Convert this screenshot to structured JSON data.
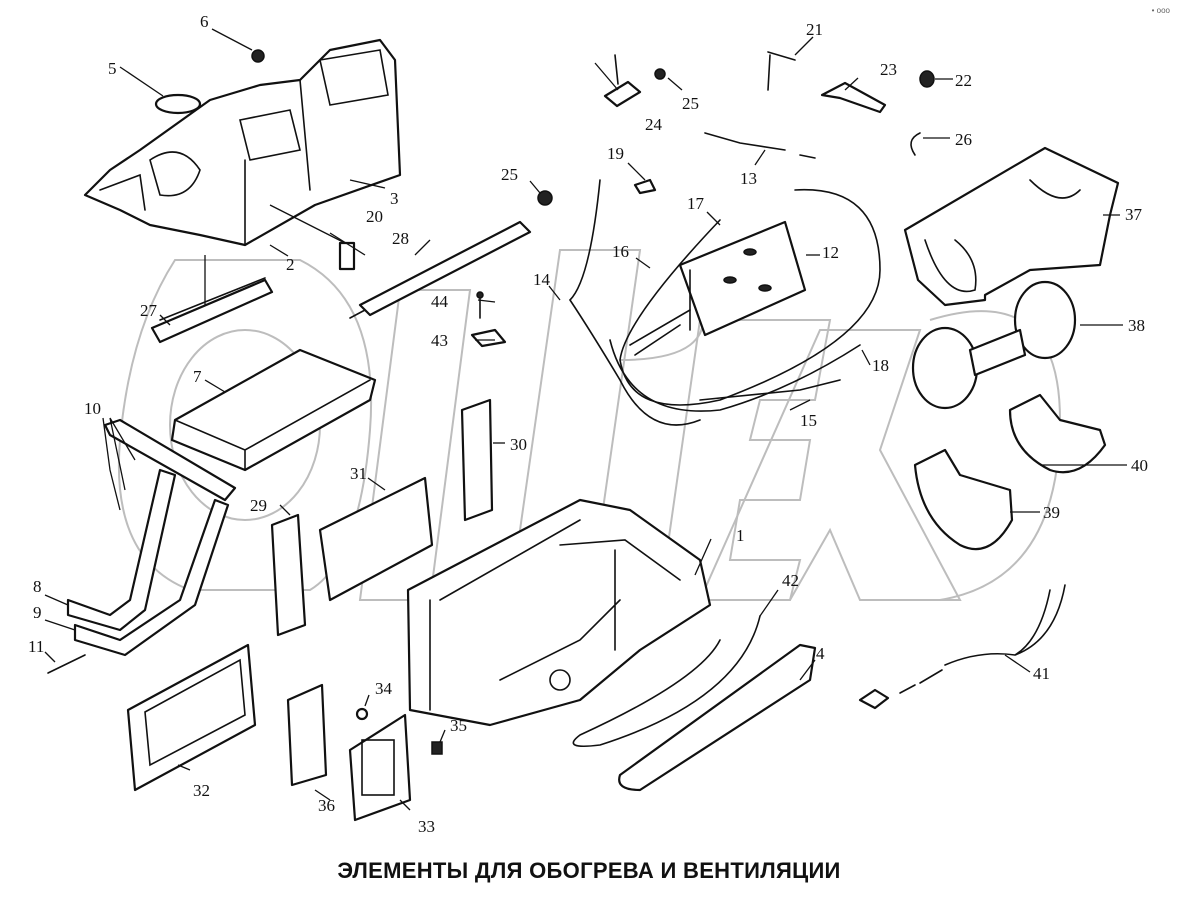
{
  "title": "ЭЛЕМЕНТЫ ДЛЯ ОБОГРЕВА И ВЕНТИЛЯЦИИ",
  "corner_mark": "• ooo",
  "watermark": "OPEX",
  "callouts": {
    "c1": "1",
    "c2": "2",
    "c3": "3",
    "c4": "4",
    "c5": "5",
    "c6": "6",
    "c7": "7",
    "c8": "8",
    "c9": "9",
    "c10": "10",
    "c11": "11",
    "c12": "12",
    "c13": "13",
    "c14": "14",
    "c15": "15",
    "c16": "16",
    "c17": "17",
    "c18": "18",
    "c19": "19",
    "c20": "20",
    "c21": "21",
    "c22": "22",
    "c23": "23",
    "c24": "24",
    "c25a": "25",
    "c25b": "25",
    "c26": "26",
    "c27": "27",
    "c28": "28",
    "c29": "29",
    "c30": "30",
    "c31": "31",
    "c32": "32",
    "c33": "33",
    "c34": "34",
    "c35": "35",
    "c36": "36",
    "c37": "37",
    "c38": "38",
    "c39": "39",
    "c40": "40",
    "c41": "41",
    "c42": "42",
    "c43": "43",
    "c44": "44"
  }
}
